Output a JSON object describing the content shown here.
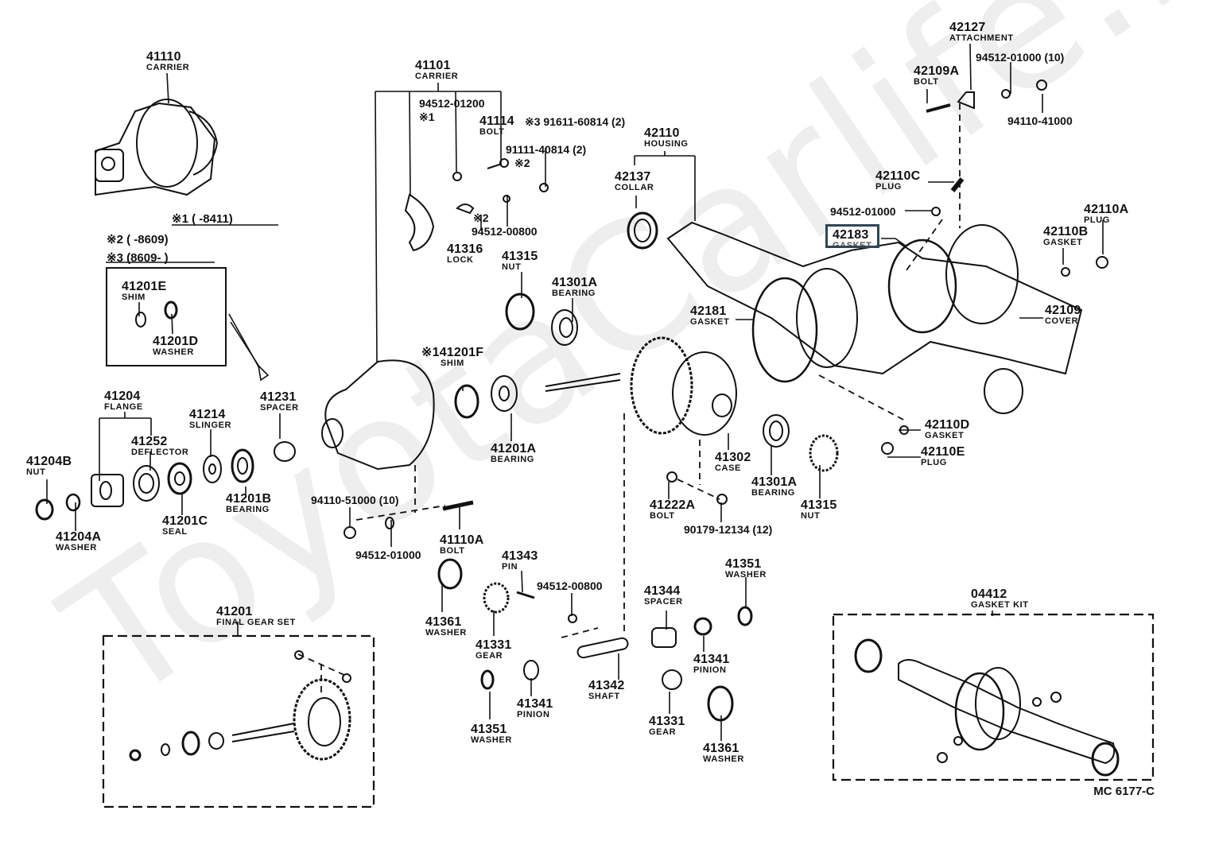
{
  "diagram": {
    "title_code": "MC 6177-C",
    "watermark": "ToyotaCarlife.ru",
    "highlight_color": "#2f4656",
    "highlighted_part": "42183",
    "notes": [
      {
        "mark": "※1",
        "range": "(       -8411)"
      },
      {
        "mark": "※2",
        "range": "(       -8609)"
      },
      {
        "mark": "※3",
        "range": "(8609-       )"
      }
    ],
    "parts": [
      {
        "num": "41110",
        "name": "CARRIER"
      },
      {
        "num": "41201E",
        "name": "SHIM"
      },
      {
        "num": "41201D",
        "name": "WASHER"
      },
      {
        "num": "41204",
        "name": "FLANGE"
      },
      {
        "num": "41252",
        "name": "DEFLECTOR"
      },
      {
        "num": "41214",
        "name": "SLINGER"
      },
      {
        "num": "41231",
        "name": "SPACER"
      },
      {
        "num": "41204B",
        "name": "NUT"
      },
      {
        "num": "41204A",
        "name": "WASHER"
      },
      {
        "num": "41201C",
        "name": "SEAL"
      },
      {
        "num": "41201B",
        "name": "BEARING"
      },
      {
        "num": "41101",
        "name": "CARRIER"
      },
      {
        "num": "41114",
        "name": "BOLT"
      },
      {
        "num": "41316",
        "name": "LOCK"
      },
      {
        "num": "41315",
        "name": "NUT"
      },
      {
        "num": "41301A",
        "name": "BEARING"
      },
      {
        "num": "※141201F",
        "name": "SHIM"
      },
      {
        "num": "41201A",
        "name": "BEARING"
      },
      {
        "num": "42110",
        "name": "HOUSING"
      },
      {
        "num": "42137",
        "name": "COLLAR"
      },
      {
        "num": "42127",
        "name": "ATTACHMENT"
      },
      {
        "num": "42109A",
        "name": "BOLT"
      },
      {
        "num": "42110C",
        "name": "PLUG"
      },
      {
        "num": "42183",
        "name": "GASKET"
      },
      {
        "num": "42110A",
        "name": "PLUG"
      },
      {
        "num": "42110B",
        "name": "GASKET"
      },
      {
        "num": "42109",
        "name": "COVER"
      },
      {
        "num": "42181",
        "name": "GASKET"
      },
      {
        "num": "41302",
        "name": "CASE"
      },
      {
        "num": "41301A",
        "name": "BEARING"
      },
      {
        "num": "41315",
        "name": "NUT"
      },
      {
        "num": "42110D",
        "name": "GASKET"
      },
      {
        "num": "42110E",
        "name": "PLUG"
      },
      {
        "num": "41222A",
        "name": "BOLT"
      },
      {
        "num": "41110A",
        "name": "BOLT"
      },
      {
        "num": "41343",
        "name": "PIN"
      },
      {
        "num": "41361",
        "name": "WASHER"
      },
      {
        "num": "41331",
        "name": "GEAR"
      },
      {
        "num": "41351",
        "name": "WASHER"
      },
      {
        "num": "41341",
        "name": "PINION"
      },
      {
        "num": "41342",
        "name": "SHAFT"
      },
      {
        "num": "41344",
        "name": "SPACER"
      },
      {
        "num": "41351",
        "name": "WASHER"
      },
      {
        "num": "41341",
        "name": "PINION"
      },
      {
        "num": "41331",
        "name": "GEAR"
      },
      {
        "num": "41361",
        "name": "WASHER"
      },
      {
        "num": "41201",
        "name": "FINAL GEAR SET"
      },
      {
        "num": "04412",
        "name": "GASKET KIT"
      }
    ],
    "std_parts": [
      "94512-01200",
      "※1",
      "※3 91611-60814 (2)",
      "91111-40814 (2)",
      "※2",
      "※2",
      "94512-00800",
      "94512-01000 (10)",
      "94110-41000",
      "94512-01000",
      "90179-12134 (12)",
      "94110-51000 (10)",
      "94512-01000",
      "94512-00800"
    ]
  }
}
